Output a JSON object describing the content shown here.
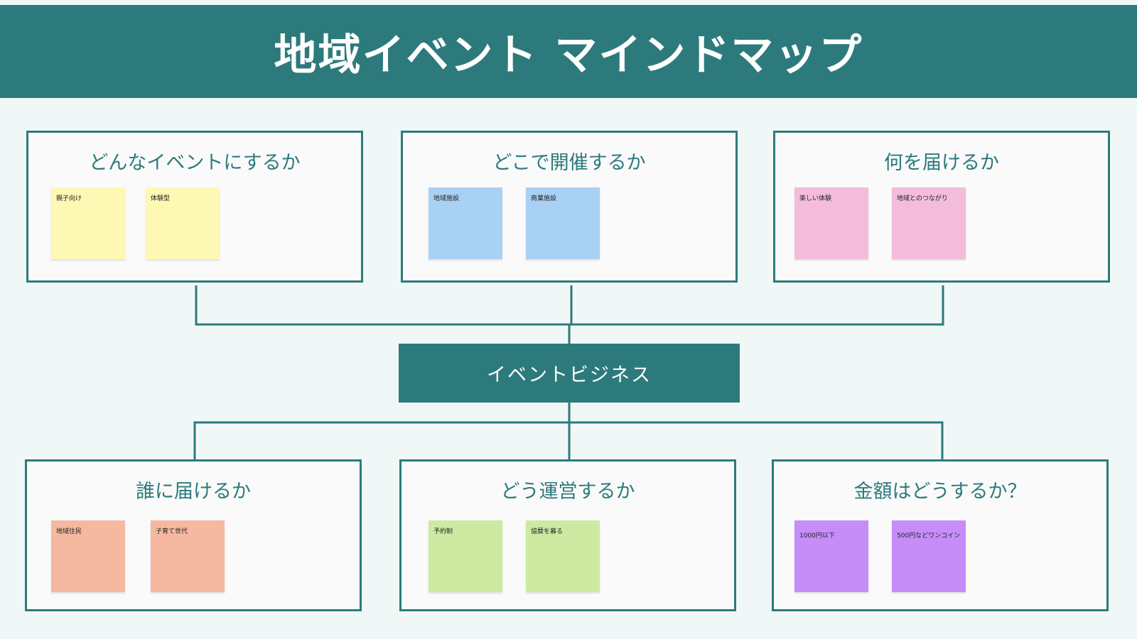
{
  "header": {
    "title": "地域イベント マインドマップ"
  },
  "center": {
    "label": "イベントビジネス"
  },
  "colors": {
    "primary": "#2d7a7c",
    "background": "#f0f8f7",
    "yellow": "#fdf8b4",
    "blue": "#a8d1f3",
    "pink": "#f3bcdb",
    "orange": "#f5b8a1",
    "green": "#cde9a2",
    "purple": "#c68df9"
  },
  "topics": [
    {
      "title": "どんなイベントにするか",
      "color": "yellow",
      "notes": [
        "親子向け",
        "体験型"
      ]
    },
    {
      "title": "どこで開催するか",
      "color": "blue",
      "notes": [
        "地域施設",
        "商業施設"
      ]
    },
    {
      "title": "何を届けるか",
      "color": "pink",
      "notes": [
        "楽しい体験",
        "地域とのつながり"
      ]
    },
    {
      "title": "誰に届けるか",
      "color": "orange",
      "notes": [
        "地域住民",
        "子育て世代"
      ]
    },
    {
      "title": "どう運営するか",
      "color": "green",
      "notes": [
        "予約制",
        "協賛を募る"
      ]
    },
    {
      "title": "金額はどうするか？",
      "color": "purple",
      "notes": [
        "1000円以下",
        "500円などワンコイン"
      ]
    }
  ]
}
